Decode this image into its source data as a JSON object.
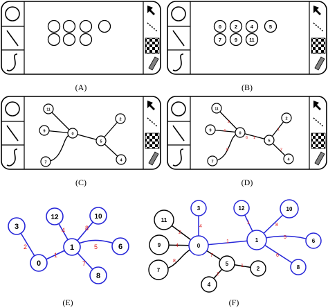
{
  "captions": {
    "a": "(A)",
    "b": "(B)",
    "c": "(C)",
    "d": "(D)",
    "e": "(E)",
    "f": "(F)"
  },
  "icons": {
    "left_palette": [
      "circle-icon",
      "line-icon",
      "curve-icon"
    ],
    "right_palette": [
      "pointer-arrow-icon",
      "dotted-line-icon",
      "checkerboard-icon",
      "eraser-icon"
    ]
  },
  "colors": {
    "node_blue": "#2727d8",
    "edge_blue": "#2727d8",
    "weight_red": "#e02020",
    "ink": "#000000"
  },
  "panel_a": {
    "unlabeled_circle_count": 7
  },
  "panel_b": {
    "node_labels": [
      "0",
      "2",
      "4",
      "5",
      "7",
      "9",
      "11"
    ]
  },
  "panel_c": {
    "node_labels": [
      "11",
      "9",
      "0",
      "5",
      "2",
      "7",
      "4"
    ]
  },
  "panel_d": {
    "node_labels": [
      "11",
      "9",
      "0",
      "5",
      "2",
      "7",
      "4"
    ],
    "edge_weights": [
      "2",
      "4",
      "1",
      "1",
      "2",
      "8",
      "6"
    ]
  },
  "panel_e": {
    "node_labels": [
      "3",
      "12",
      "10",
      "1",
      "6",
      "0",
      "8"
    ],
    "edge_weights": [
      "2",
      "4",
      "8",
      "5",
      "1",
      "7"
    ]
  },
  "panel_f": {
    "node_labels": [
      "11",
      "3",
      "12",
      "10",
      "9",
      "0",
      "1",
      "6",
      "7",
      "5",
      "2",
      "4",
      "8"
    ],
    "edge_weights": [
      "2",
      "4",
      "4",
      "8",
      "1",
      "5",
      "7",
      "1",
      "6",
      "1",
      "2",
      "8"
    ]
  }
}
